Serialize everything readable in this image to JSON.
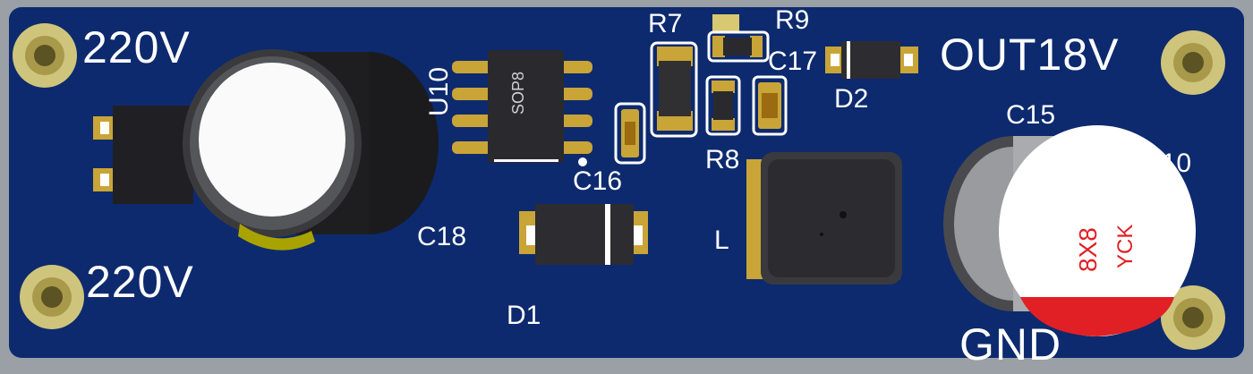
{
  "board": {
    "labels": {
      "in_top": "220V",
      "in_bottom": "220V",
      "out": "OUT18V",
      "gnd": "GND"
    },
    "refs": {
      "u10": "U10",
      "r7": "R7",
      "r9": "R9",
      "c17": "C17",
      "d2": "D2",
      "c16": "C16",
      "r8": "R8",
      "c15": "C15",
      "r10": "R10",
      "c18": "C18",
      "l": "L",
      "d1": "D1"
    },
    "chip_marking": "SOP8",
    "cap_marking_size": "8X8",
    "cap_marking_brand": "YCK",
    "colors": {
      "pcb": "#0d2a6e",
      "frame": "#9aa0a6",
      "pad": "#c9a437",
      "silk": "#ffffff",
      "cap_stripe": "#e02025"
    }
  }
}
